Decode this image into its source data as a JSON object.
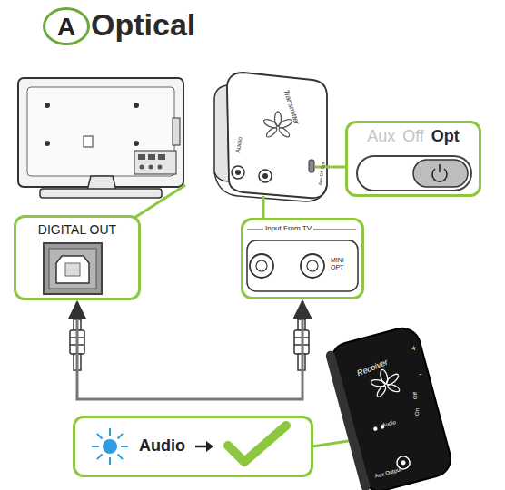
{
  "diagram": {
    "title": "Optical",
    "nodes": [
      {
        "text": [
          "A"
        ]
      },
      {
        "text": [
          "Aux",
          "Off",
          "Opt"
        ]
      },
      {
        "text": [
          "DIGITAL OUT"
        ]
      },
      {
        "text": [
          "Input From TV",
          "MINI OPT"
        ]
      },
      {
        "text": [
          "Audio"
        ]
      }
    ],
    "edges": [
      {
        "from": 2,
        "to": 3,
        "arrow": "both"
      }
    ],
    "labels": [
      "Transmitter",
      "Audio",
      "Aux Off Opt",
      "Receiver",
      "Audio",
      "Aux Output",
      "On",
      "Off",
      "+",
      "-"
    ]
  }
}
